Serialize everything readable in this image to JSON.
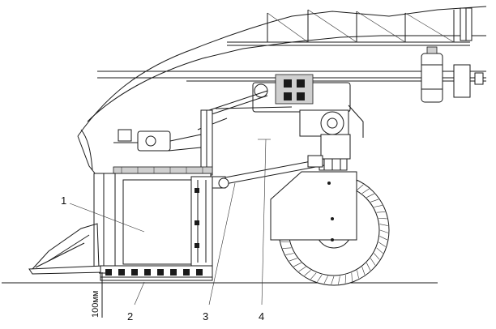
{
  "callouts": [
    {
      "id": "1",
      "text": "1"
    },
    {
      "id": "2",
      "text": "2"
    },
    {
      "id": "3",
      "text": "3"
    },
    {
      "id": "4",
      "text": "4"
    }
  ],
  "dimension": {
    "text": "100мм"
  }
}
